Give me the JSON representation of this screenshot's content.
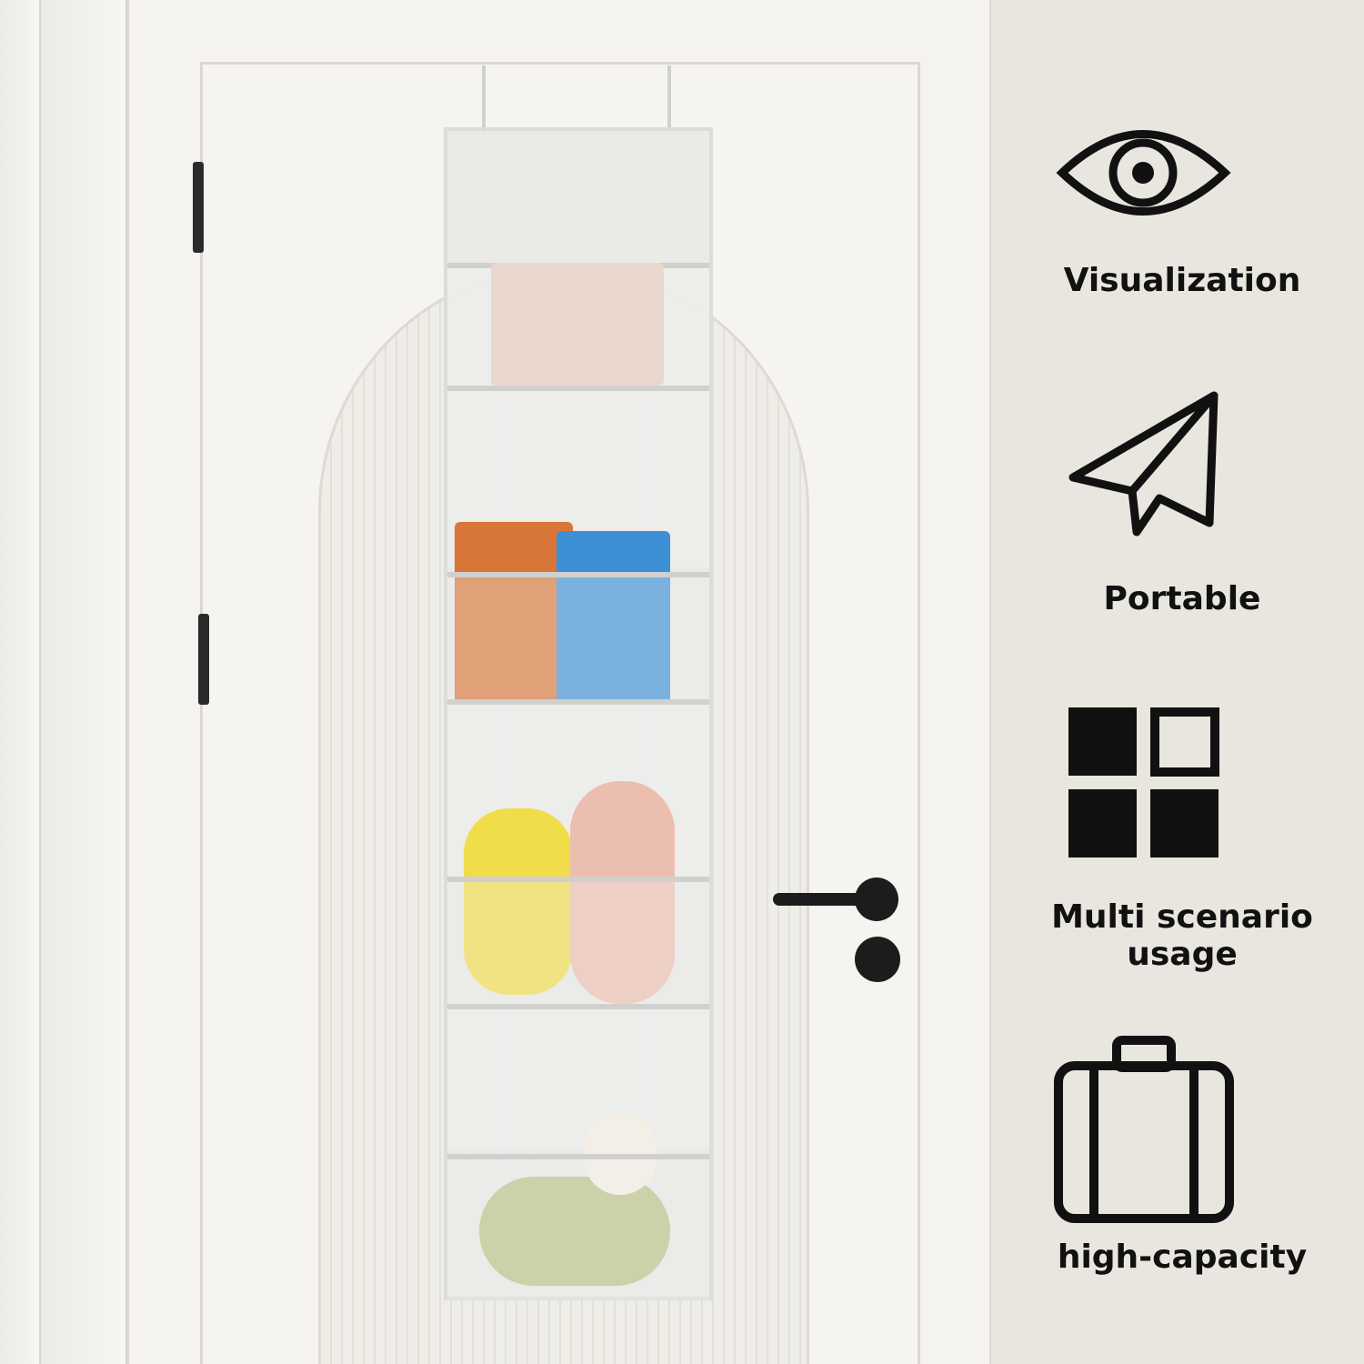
{
  "features": [
    {
      "icon": "eye-icon",
      "label": "Visualization"
    },
    {
      "icon": "paper-plane-icon",
      "label": "Portable"
    },
    {
      "icon": "grid-icon",
      "label": "Multi scenario usage"
    },
    {
      "icon": "suitcase-icon",
      "label": "high-capacity"
    }
  ],
  "colors": {
    "wall": "#e9e6df",
    "door": "#f5f4f0",
    "icon": "#111111"
  }
}
